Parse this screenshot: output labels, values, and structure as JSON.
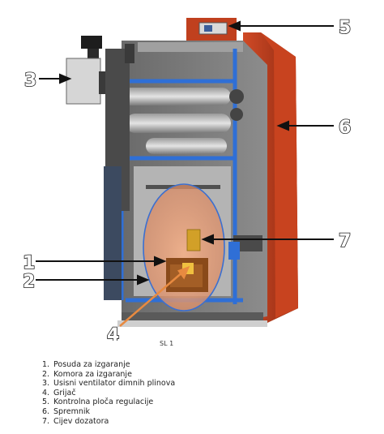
{
  "figure": {
    "caption": "SL 1",
    "callouts": [
      {
        "id": "1",
        "label": "1"
      },
      {
        "id": "2",
        "label": "2"
      },
      {
        "id": "3",
        "label": "3"
      },
      {
        "id": "4",
        "label": "4"
      },
      {
        "id": "5",
        "label": "5"
      },
      {
        "id": "6",
        "label": "6"
      },
      {
        "id": "7",
        "label": "7"
      }
    ]
  },
  "legend": [
    {
      "num": "1.",
      "text": "Posuda za izgaranje"
    },
    {
      "num": "2.",
      "text": "Komora za izgaranje"
    },
    {
      "num": "3.",
      "text": "Usisni ventilator dimnih plinova"
    },
    {
      "num": "4.",
      "text": "Grijač"
    },
    {
      "num": "5.",
      "text": "Kontrolna ploča regulacije"
    },
    {
      "num": "6.",
      "text": "Spremnik"
    },
    {
      "num": "7.",
      "text": "Cijev dozatora"
    }
  ],
  "colors": {
    "tank_red": "#b93a1c",
    "steel_grey": "#6e6e6e",
    "water_blue": "#2f6fd6",
    "fire_orange": "#e8a070",
    "burner_brown": "#8a4a1a"
  }
}
